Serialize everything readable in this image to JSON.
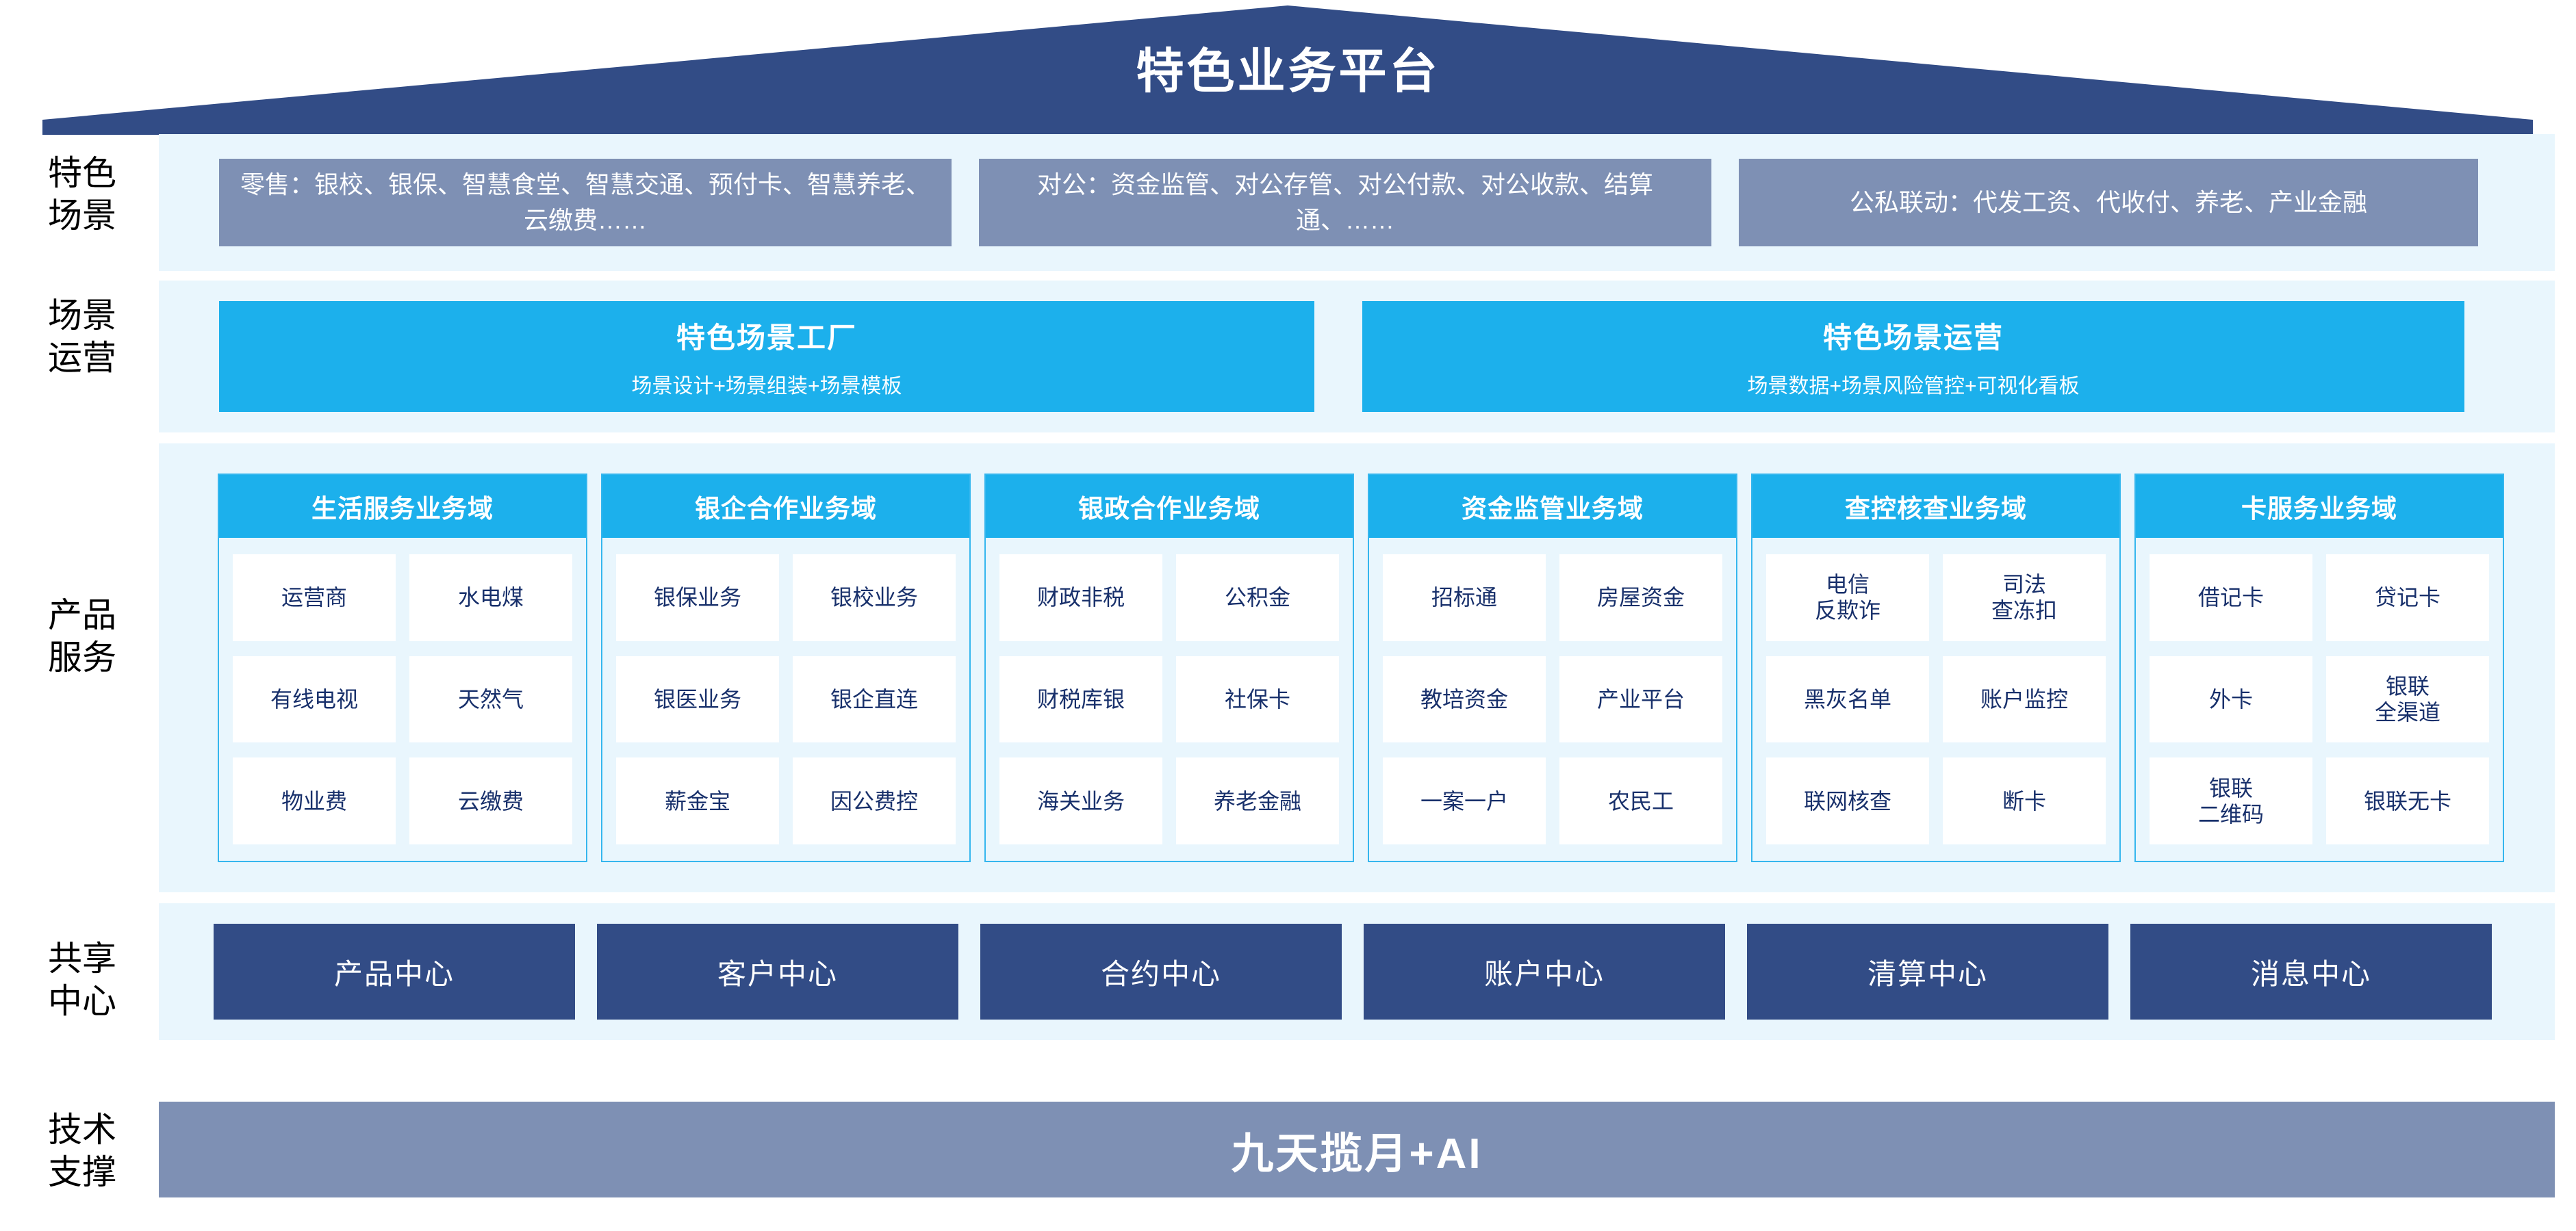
{
  "header": {
    "title": "特色业务平台"
  },
  "row_labels": {
    "scenarios": "特色\n场景",
    "operation": "场景\n运营",
    "products": "产品\n服务",
    "shared": "共享\n中心",
    "tech": "技术\n支撑"
  },
  "scenarios": [
    {
      "text": "零售：银校、银保、智慧食堂、智慧交通、预付卡、智慧养老、云缴费……"
    },
    {
      "text": "对公：资金监管、对公存管、对公付款、对公收款、结算通、……"
    },
    {
      "text": "公私联动：代发工资、代收付、养老、产业金融"
    }
  ],
  "operation": [
    {
      "title": "特色场景工厂",
      "subtitle": "场景设计+场景组装+场景模板"
    },
    {
      "title": "特色场景运营",
      "subtitle": "场景数据+场景风险管控+可视化看板"
    }
  ],
  "domains": [
    {
      "title": "生活服务业务域",
      "cells": [
        "运营商",
        "水电煤",
        "有线电视",
        "天然气",
        "物业费",
        "云缴费"
      ]
    },
    {
      "title": "银企合作业务域",
      "cells": [
        "银保业务",
        "银校业务",
        "银医业务",
        "银企直连",
        "薪金宝",
        "因公费控"
      ]
    },
    {
      "title": "银政合作业务域",
      "cells": [
        "财政非税",
        "公积金",
        "财税库银",
        "社保卡",
        "海关业务",
        "养老金融"
      ]
    },
    {
      "title": "资金监管业务域",
      "cells": [
        "招标通",
        "房屋资金",
        "教培资金",
        "产业平台",
        "一案一户",
        "农民工"
      ]
    },
    {
      "title": "查控核查业务域",
      "cells": [
        "电信\n反欺诈",
        "司法\n查冻扣",
        "黑灰名单",
        "账户监控",
        "联网核查",
        "断卡"
      ]
    },
    {
      "title": "卡服务业务域",
      "cells": [
        "借记卡",
        "贷记卡",
        "外卡",
        "银联\n全渠道",
        "银联\n二维码",
        "银联无卡"
      ]
    }
  ],
  "shared_centers": [
    "产品中心",
    "客户中心",
    "合约中心",
    "账户中心",
    "清算中心",
    "消息中心"
  ],
  "tech_support": {
    "label": "九天揽月+AI"
  },
  "colors": {
    "roof": "#324c86",
    "scenario_box": "#7e90b4",
    "cyan": "#1cb0ec",
    "band": "#e9f6fd",
    "center": "#324c86",
    "tech": "#7e90b4",
    "cell_text": "#18306b"
  }
}
